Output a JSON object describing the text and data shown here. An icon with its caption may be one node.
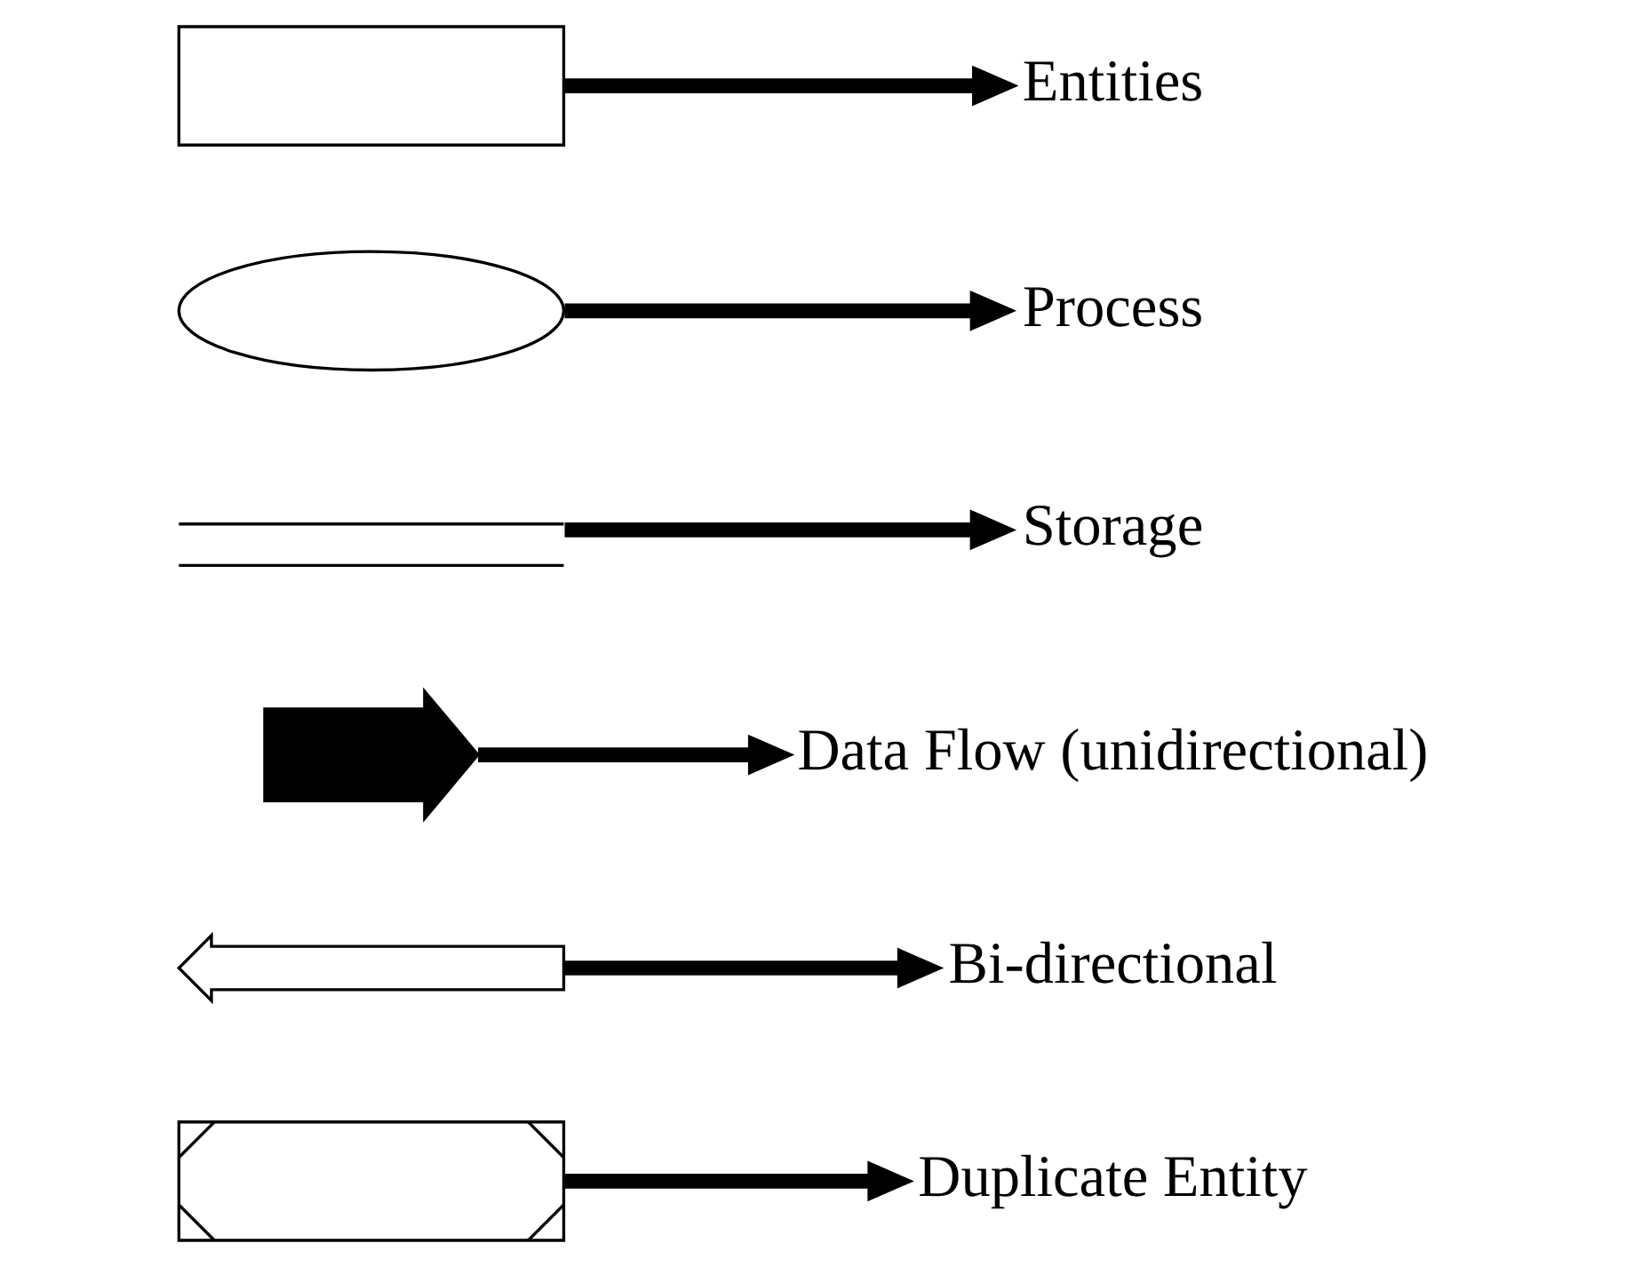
{
  "diagram": {
    "nodes": [
      {
        "text": [],
        "shape": "box"
      },
      {
        "text": [
          "Entities"
        ]
      },
      {
        "text": [],
        "shape": "ellipse"
      },
      {
        "text": [
          "Process"
        ]
      },
      {
        "text": [],
        "shape": "lines"
      },
      {
        "text": [
          "Storage"
        ]
      },
      {
        "text": [],
        "shape": "arrows"
      },
      {
        "text": [
          "Data Flow (unidirectional)"
        ]
      },
      {
        "text": [],
        "shape": "arrow"
      },
      {
        "text": [
          "Bi-directional"
        ]
      },
      {
        "text": [],
        "shape": "box"
      },
      {
        "text": [
          "Duplicate Entity"
        ]
      }
    ],
    "edges": [
      {
        "from": 0,
        "to": 1,
        "arrow": "to"
      },
      {
        "from": 2,
        "to": 3,
        "arrow": "to"
      },
      {
        "from": 4,
        "to": 5,
        "arrow": "to"
      },
      {
        "from": 6,
        "to": 7,
        "arrow": "to"
      },
      {
        "from": 8,
        "to": 9,
        "arrow": "to"
      },
      {
        "from": 10,
        "to": 11,
        "arrow": "to"
      }
    ]
  }
}
